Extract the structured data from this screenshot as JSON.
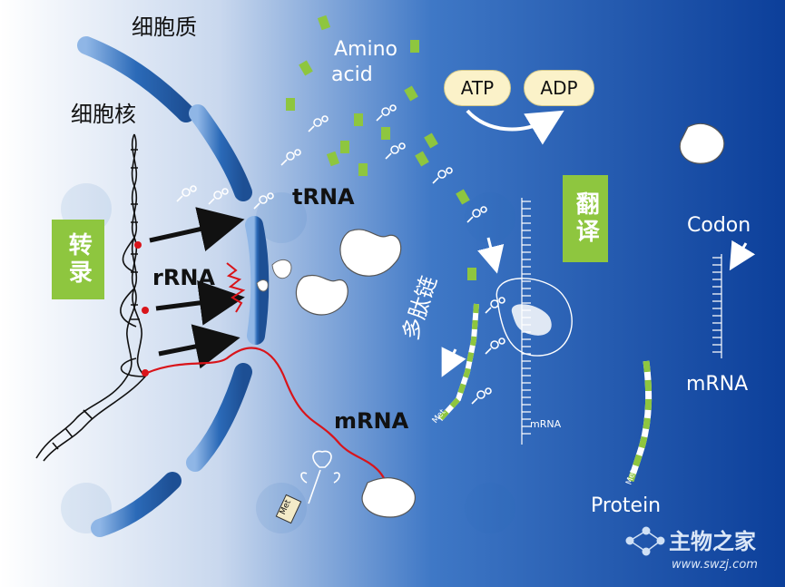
{
  "labels": {
    "cytoplasm": "细胞质",
    "nucleus": "细胞核",
    "transcription": "转录",
    "translation": "翻译",
    "rrna": "rRNA",
    "trna": "tRNA",
    "mrna_nucleus": "mRNA",
    "amino_acid_line1": "Amino",
    "amino_acid_line2": "acid",
    "atp": "ATP",
    "adp": "ADP",
    "polypeptide": "多肽链",
    "ribosome_mrna": "mRNA",
    "codon": "Codon",
    "mrna_right": "mRNA",
    "protein": "Protein",
    "met_1": "Met",
    "met_2": "Met",
    "met_3": "Met"
  },
  "watermark": {
    "site_name": "主物之家",
    "url": "www.swzj.com"
  },
  "colors": {
    "green": "#8ec63f",
    "membrane_blue": "#2b6ab8",
    "red_mrna": "#d9141a",
    "bg_left": "#ffffff",
    "bg_right": "#0c3f9a"
  }
}
